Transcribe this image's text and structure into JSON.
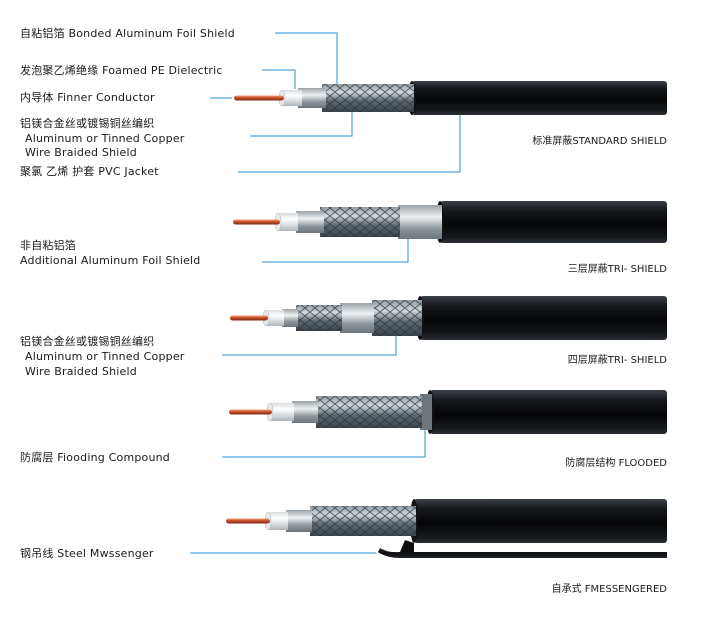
{
  "accent": "#2a8fd0",
  "labels": {
    "bonded_foil": "自粘铝箔 Bonded Aluminum Foil Shield",
    "foamed_pe": "发泡聚乙烯绝缘  Foamed PE Dielectric",
    "inner_conductor": "内导体 Finner Conductor",
    "braid_cn": "铝镁合金丝或镀锡铜丝编织",
    "braid_en1": "Aluminum or Tinned Copper",
    "braid_en2": "Wire Braided Shield",
    "pvc_jacket": "聚氯  乙烯 护套  PVC  Jacket",
    "additional_foil_cn": "非自粘铝箔",
    "additional_foil_en": "Additional  Aluminum Foil Shield",
    "braid2_cn": "铝镁合金丝或镀锡铜丝编织",
    "braid2_en1": "Aluminum or Tinned Copper",
    "braid2_en2": "Wire Braided Shield",
    "flooding": "防腐层 Fiooding Compound",
    "steel_messenger": "钢吊线 Steel  Mwssenger"
  },
  "cables": [
    {
      "name": "标准屏蔽STANDARD SHIELD",
      "type": "standard"
    },
    {
      "name": "三层屏蔽TRI- SHIELD",
      "type": "tri"
    },
    {
      "name": "四层屏蔽TRI- SHIELD",
      "type": "quad"
    },
    {
      "name": "防腐层结构 FLOODED",
      "type": "flooded"
    },
    {
      "name": "自承式 FMESSENGERED",
      "type": "messenger"
    }
  ]
}
